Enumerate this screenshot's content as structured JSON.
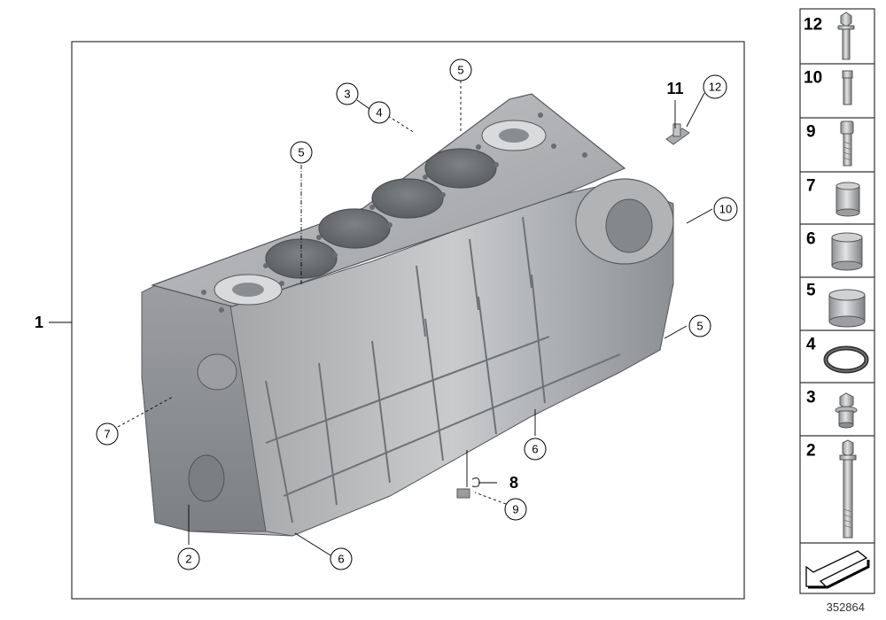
{
  "main_label": "1",
  "callouts": {
    "c2": "2",
    "c3": "3",
    "c4": "4",
    "c5a": "5",
    "c5b": "5",
    "c5c": "5",
    "c6a": "6",
    "c6b": "6",
    "c7": "7",
    "c8": "8",
    "c9": "9",
    "c10": "10",
    "c11": "11",
    "c12": "12"
  },
  "legend": [
    {
      "number": "12",
      "icon": "hex-flange-bolt-icon"
    },
    {
      "number": "10",
      "icon": "dowel-sleeve-icon"
    },
    {
      "number": "9",
      "icon": "socket-screw-icon"
    },
    {
      "number": "7",
      "icon": "small-sleeve-icon"
    },
    {
      "number": "6",
      "icon": "medium-sleeve-icon"
    },
    {
      "number": "5",
      "icon": "large-sleeve-icon"
    },
    {
      "number": "4",
      "icon": "sealing-ring-icon"
    },
    {
      "number": "3",
      "icon": "screw-plug-icon"
    },
    {
      "number": "2",
      "icon": "long-bolt-icon"
    }
  ],
  "diagram_ref": "352864",
  "colors": {
    "metal": "#a9abad",
    "metal_dark": "#6f7275",
    "frame": "#333333"
  }
}
